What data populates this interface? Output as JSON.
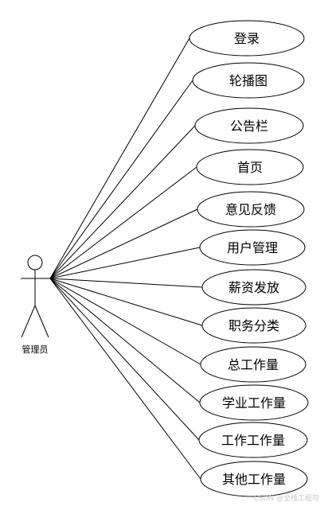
{
  "actor": {
    "label": "管理员"
  },
  "use_cases": [
    {
      "label": "登录"
    },
    {
      "label": "轮播图"
    },
    {
      "label": "公告栏"
    },
    {
      "label": "首页"
    },
    {
      "label": "意见反馈"
    },
    {
      "label": "用户管理"
    },
    {
      "label": "薪资发放"
    },
    {
      "label": "职务分类"
    },
    {
      "label": "总工作量"
    },
    {
      "label": "学业工作量"
    },
    {
      "label": "工作工作量"
    },
    {
      "label": "其他工作量"
    }
  ],
  "watermark": "CSDN @全栈工程司",
  "colors": {
    "stroke": "#000000",
    "fill": "#ffffff",
    "watermark": "#c8c8c8"
  }
}
